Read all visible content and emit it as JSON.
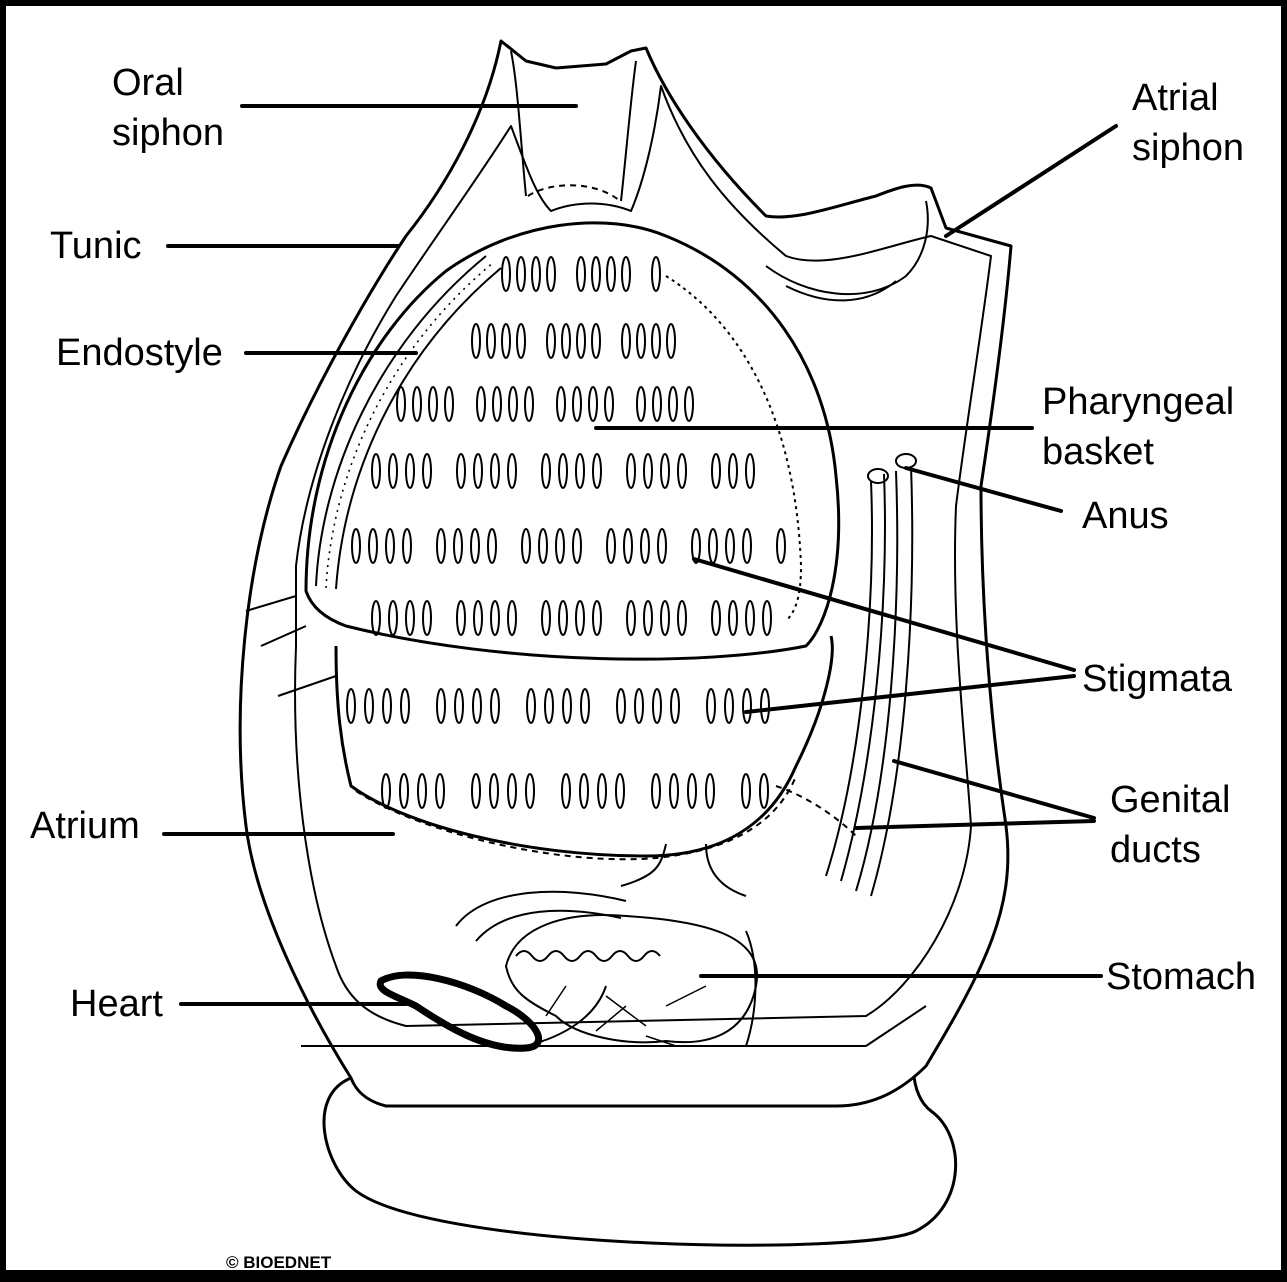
{
  "labels": {
    "oral_siphon_1": "Oral",
    "oral_siphon_2": "siphon",
    "atrial_siphon_1": "Atrial",
    "atrial_siphon_2": "siphon",
    "tunic": "Tunic",
    "endostyle": "Endostyle",
    "pharyngeal_basket_1": "Pharyngeal",
    "pharyngeal_basket_2": "basket",
    "anus": "Anus",
    "stigmata": "Stigmata",
    "atrium": "Atrium",
    "genital_ducts_1": "Genital",
    "genital_ducts_2": "ducts",
    "heart": "Heart",
    "stomach": "Stomach"
  },
  "credit": "© BIOEDNET",
  "colors": {
    "background": "#ffffff",
    "ink": "#000000",
    "border": "#000000"
  }
}
